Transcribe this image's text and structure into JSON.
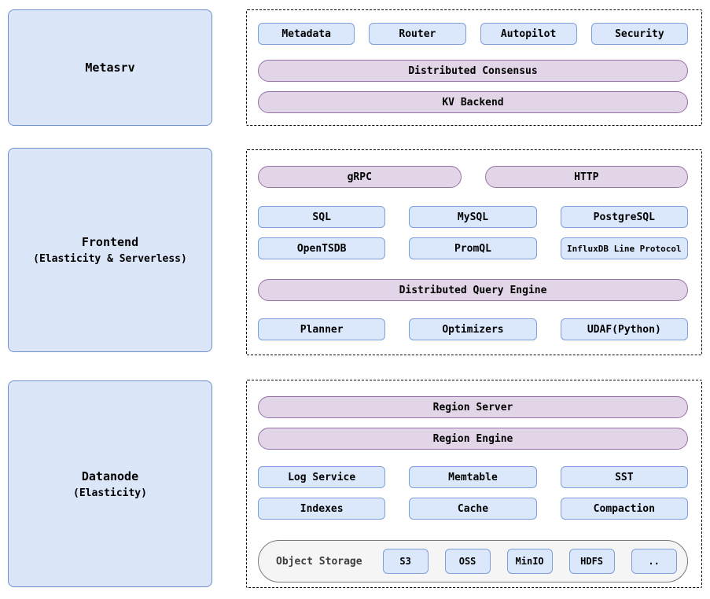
{
  "metasrv": {
    "title": "Metasrv",
    "modules": [
      "Metadata",
      "Router",
      "Autopilot",
      "Security"
    ],
    "pills": [
      "Distributed Consensus",
      "KV Backend"
    ]
  },
  "frontend": {
    "title": "Frontend",
    "subtitle": "(Elasticity & Serverless)",
    "protocols": [
      "gRPC",
      "HTTP"
    ],
    "apis": [
      "SQL",
      "MySQL",
      "PostgreSQL",
      "OpenTSDB",
      "PromQL",
      "InfluxDB Line Protocol"
    ],
    "query_engine": "Distributed Query Engine",
    "query_components": [
      "Planner",
      "Optimizers",
      "UDAF(Python)"
    ]
  },
  "datanode": {
    "title": "Datanode",
    "subtitle": "(Elasticity)",
    "pills": [
      "Region Server",
      "Region Engine"
    ],
    "components": [
      "Log Service",
      "Memtable",
      "SST",
      "Indexes",
      "Cache",
      "Compaction"
    ],
    "object_storage": {
      "label": "Object Storage",
      "backends": [
        "S3",
        "OSS",
        "MinIO",
        "HDFS",
        ".."
      ]
    }
  },
  "colors": {
    "group_box_fill": "#dbe6f8",
    "group_box_border": "#6d90cc",
    "module_box_fill": "#dbe8fc",
    "module_box_border": "#7f9fd8",
    "pill_fill": "#e1d5e7",
    "pill_border": "#9673a6",
    "storage_fill": "#f5f5f5",
    "storage_border": "#7a7a7a",
    "dashed_border": "#000000",
    "text": "#000000"
  }
}
